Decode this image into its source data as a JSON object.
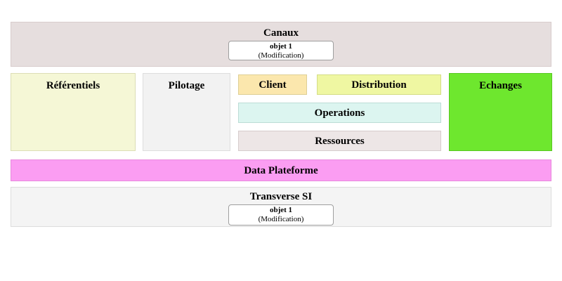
{
  "diagram": {
    "type": "architecture-block-diagram",
    "zones": {
      "canaux": {
        "label": "Canaux"
      },
      "referentiels": {
        "label": "Référentiels"
      },
      "pilotage": {
        "label": "Pilotage"
      },
      "client": {
        "label": "Client"
      },
      "distribution": {
        "label": "Distribution"
      },
      "operations": {
        "label": "Operations"
      },
      "ressources": {
        "label": "Ressources"
      },
      "echanges": {
        "label": "Echanges"
      },
      "data_plateforme": {
        "label": "Data Plateforme"
      },
      "transverse": {
        "label": "Transverse SI"
      }
    },
    "objects": {
      "canaux_object": {
        "title": "objet 1",
        "subtitle": "(Modification)"
      },
      "transverse_object": {
        "title": "objet 1",
        "subtitle": "(Modification)"
      }
    }
  },
  "colors": {
    "canvas_bg": "#ffffff",
    "canaux_bg": "#e6dede",
    "canaux_border": "#d8cccc",
    "referentiels_bg": "#f5f7d6",
    "referentiels_border": "#dcdeb6",
    "pilotage_bg": "#f2f2f2",
    "pilotage_border": "#dddddd",
    "client_bg": "#fbe7ad",
    "client_border": "#decf96",
    "distribution_bg": "#eff7a2",
    "distribution_border": "#d4dd86",
    "operations_bg": "#dcf5f0",
    "operations_border": "#bcdcd6",
    "ressources_bg": "#ede6e6",
    "ressources_border": "#d6cccc",
    "echanges_bg": "#6ee72e",
    "echanges_border": "#59c822",
    "data_bg": "#fb9df2",
    "data_border": "#e789dd",
    "transverse_bg": "#f4f4f4",
    "transverse_border": "#dddddd",
    "object_box_bg": "#ffffff",
    "object_box_border": "#9e9e9e",
    "text": "#000000"
  }
}
